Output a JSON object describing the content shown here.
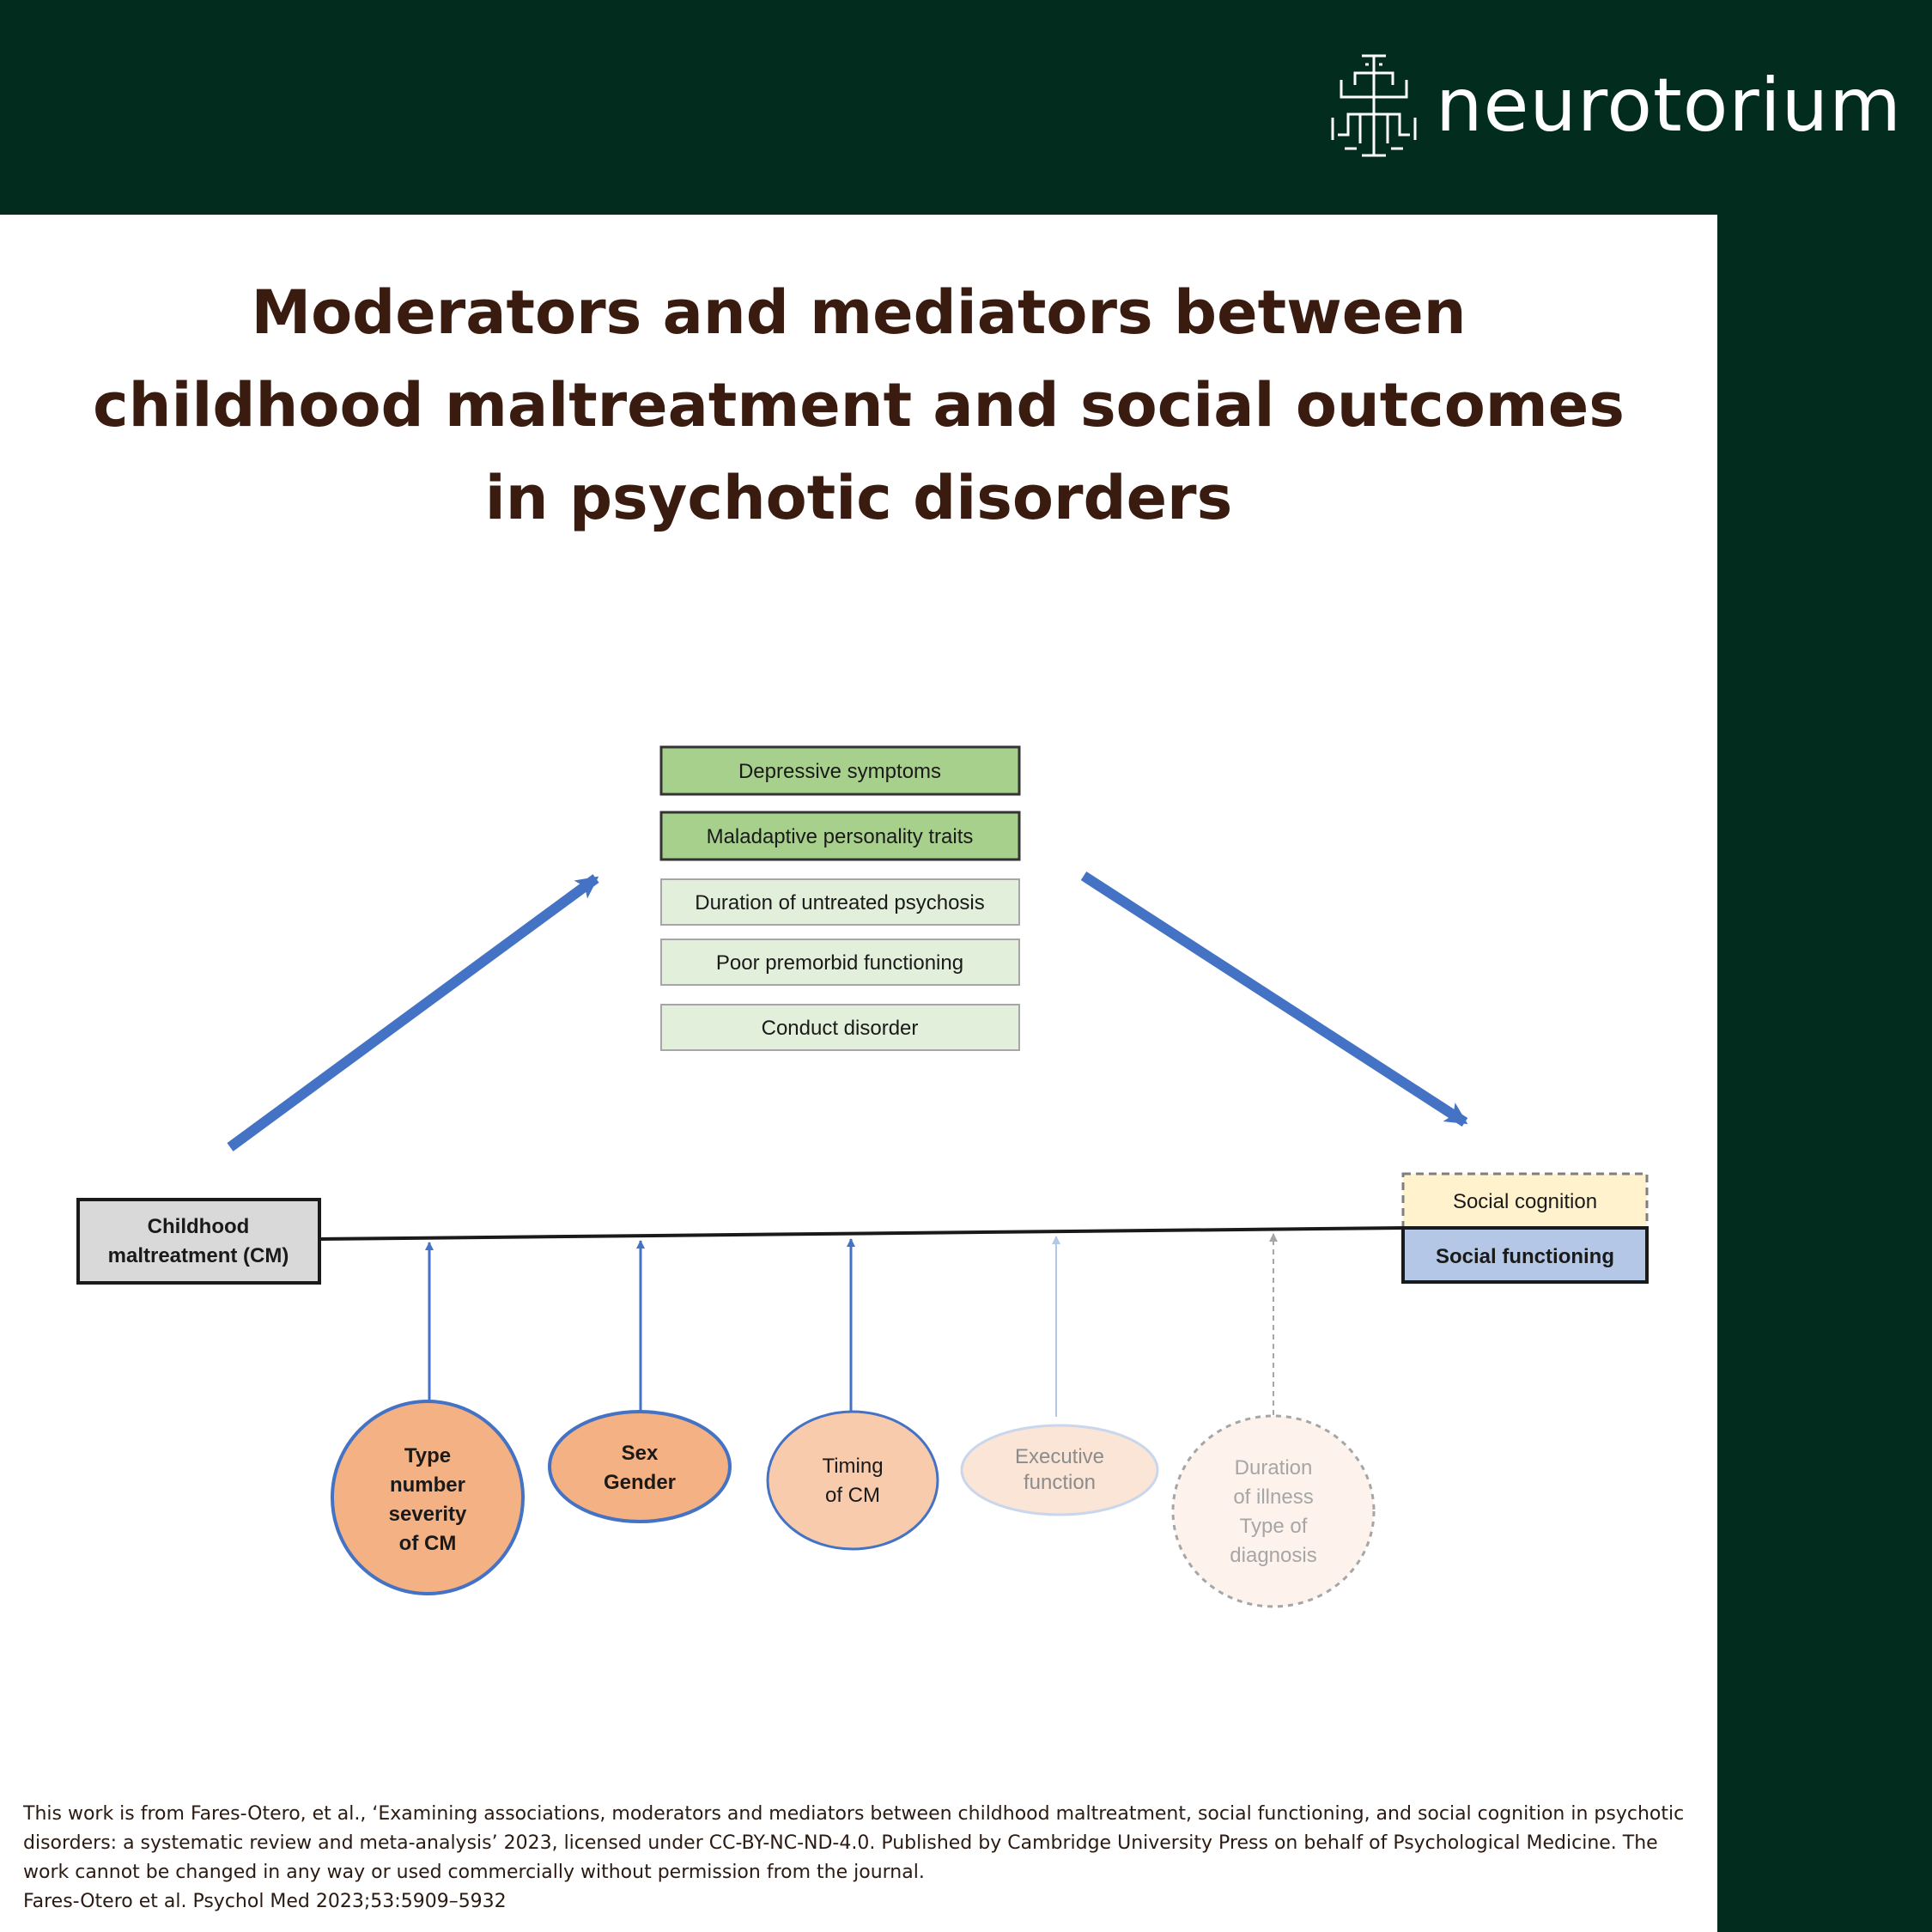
{
  "brand": {
    "name": "neurotorium",
    "logo_icon": "neurotorium-logo-icon"
  },
  "title_lines": [
    "Moderators and mediators between",
    "childhood maltreatment and social outcomes",
    "in psychotic disorders"
  ],
  "diagram": {
    "mediators": [
      {
        "label": "Depressive symptoms",
        "strength": "strong"
      },
      {
        "label": "Maladaptive personality traits",
        "strength": "strong"
      },
      {
        "label": "Duration of untreated psychosis",
        "strength": "weak"
      },
      {
        "label": "Poor premorbid functioning",
        "strength": "weak"
      },
      {
        "label": "Conduct disorder",
        "strength": "weak"
      }
    ],
    "exposure": {
      "line1": "Childhood",
      "line2": "maltreatment (CM)"
    },
    "outcomes": {
      "social_cognition": "Social cognition",
      "social_functioning": "Social functioning"
    },
    "moderators": [
      {
        "lines": [
          "Type",
          "number",
          "severity",
          "of CM"
        ],
        "evidence": "strong"
      },
      {
        "lines": [
          "Sex",
          "Gender"
        ],
        "evidence": "strong"
      },
      {
        "lines": [
          "Timing",
          "of CM"
        ],
        "evidence": "moderate"
      },
      {
        "lines": [
          "Executive",
          "function"
        ],
        "evidence": "weak"
      },
      {
        "lines": [
          "Duration",
          "of illness",
          "Type of",
          "diagnosis"
        ],
        "evidence": "none"
      }
    ],
    "colors": {
      "mediator_strong": "#a8d08d",
      "mediator_weak": "#e2efda",
      "arrow_blue": "#4472c4",
      "exposure_fill": "#d9d9d9",
      "social_cognition_fill": "#fff2cc",
      "social_functioning_fill": "#b4c7e7",
      "moderator_strong": "#f4b183",
      "moderator_moderate": "#f8cbad",
      "moderator_weak": "#fbe5d6"
    }
  },
  "footer": {
    "license_text": "This work is from Fares-Otero, et al., ‘Examining associations, moderators and mediators between childhood maltreatment, social functioning, and social cognition in psychotic disorders: a systematic review and meta-analysis’ 2023, licensed under CC-BY-NC-ND-4.0. Published by Cambridge University Press on behalf of Psychological Medicine. The work cannot be changed in any way or used commercially without permission from the journal.",
    "citation": "Fares-Otero et al. Psychol Med 2023;53:5909–5932"
  }
}
